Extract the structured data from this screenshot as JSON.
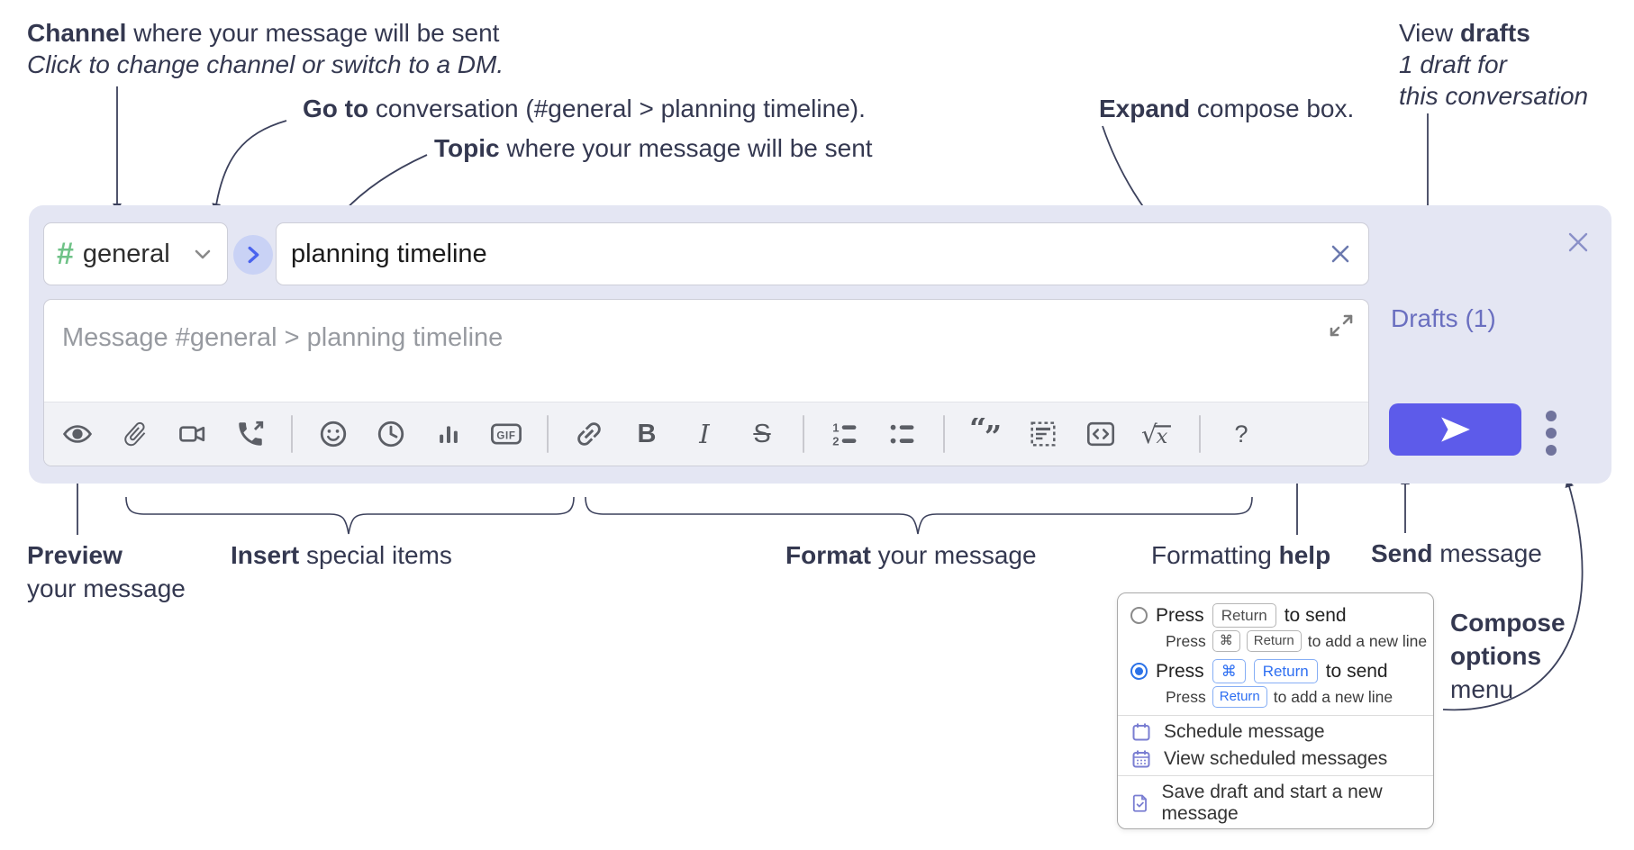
{
  "annotations": {
    "channel": {
      "bold": "Channel",
      "rest": " where your message will be sent",
      "italic": "Click to change channel or switch to a DM."
    },
    "goto": {
      "bold": "Go to",
      "rest": " conversation (#general > planning timeline)."
    },
    "topic": {
      "bold": "Topic",
      "rest": " where your message will be sent"
    },
    "expand": {
      "bold": "Expand",
      "rest": " compose box."
    },
    "drafts": {
      "pre": "View ",
      "bold": "drafts",
      "line2": "1 draft for",
      "line3": "this conversation"
    },
    "preview": {
      "bold": "Preview",
      "line2": "your message"
    },
    "insert": {
      "bold": "Insert",
      "rest": " special items"
    },
    "format": {
      "bold": "Format",
      "rest": " your message"
    },
    "help": {
      "pre": "Formatting ",
      "bold": "help"
    },
    "send": {
      "bold": "Send",
      "rest": " message"
    },
    "compose_options": {
      "bold1": "Compose",
      "bold2": "options",
      "rest": "menu"
    }
  },
  "compose": {
    "channel_hash": "#",
    "channel_name": "general",
    "topic_value": "planning timeline",
    "message_placeholder": "Message #general > planning timeline",
    "drafts_link": "Drafts (1)",
    "toolbar": {
      "gif": "GIF",
      "bold": "B",
      "italic": "I",
      "strike": "S",
      "math_root": "√",
      "math_x": "x",
      "help": "?",
      "icon_names": [
        "preview-eye",
        "attach-file",
        "start-video-call",
        "start-voice-call",
        "emoji",
        "add-global-time",
        "add-poll",
        "add-gif",
        "insert-link",
        "bold",
        "italic",
        "strikethrough",
        "numbered-list",
        "bulleted-list",
        "quote",
        "spoiler",
        "code",
        "math",
        "formatting-help"
      ]
    }
  },
  "popup": {
    "option1": {
      "pre": "Press",
      "key": "Return",
      "post": "to send",
      "sub_pre": "Press",
      "sub_key1": "⌘",
      "sub_key2": "Return",
      "sub_post": "to add a new line"
    },
    "option2": {
      "pre": "Press",
      "key1": "⌘",
      "key2": "Return",
      "post": "to send",
      "sub_pre": "Press",
      "sub_key": "Return",
      "sub_post": "to add a new line"
    },
    "items": [
      {
        "icon": "calendar-icon",
        "label": "Schedule message"
      },
      {
        "icon": "calendar-grid-icon",
        "label": "View scheduled messages"
      },
      {
        "icon": "save-draft-icon",
        "label": "Save draft and start a new message"
      }
    ]
  },
  "colors": {
    "compose_bg": "#e4e6f3",
    "send_button": "#5d5bea",
    "drafts_link": "#6a6fc0",
    "channel_hash_green": "#6fc287",
    "radio_selected_blue": "#2b72e8",
    "menu_icon_purple": "#7a7ed2",
    "annotation_text": "#343850"
  }
}
